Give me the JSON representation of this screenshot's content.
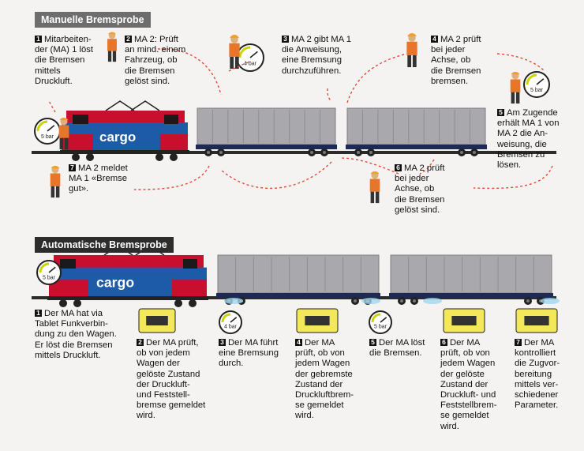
{
  "manual": {
    "header": "Manuelle Bremsprobe",
    "steps": [
      {
        "num": "1",
        "text": "Mitarbeiten-\nder (MA) 1 löst\ndie Bremsen\nmittels\nDruckluft."
      },
      {
        "num": "2",
        "text": "MA 2: Prüft\nan mind. einem\nFahrzeug, ob\ndie Bremsen\ngelöst sind."
      },
      {
        "num": "3",
        "text": "MA 2 gibt MA 1\ndie Anweisung,\neine Bremsung\ndurchzuführen."
      },
      {
        "num": "4",
        "text": "MA 2 prüft\nbei jeder\nAchse, ob\ndie Bremsen\nbremsen."
      },
      {
        "num": "5",
        "text": "Am Zugende\nerhält MA 1 von\nMA 2 die An-\nweisung, die\nBremsen zu\nlösen."
      },
      {
        "num": "6",
        "text": "MA 2 prüft\nbei jeder\nAchse, ob\ndie Bremsen\ngelöst sind."
      },
      {
        "num": "7",
        "text": "MA 2 meldet\nMA 1 «Bremse\ngut»."
      }
    ],
    "gauges": [
      "5 bar",
      "4 bar",
      "5 bar"
    ]
  },
  "automatic": {
    "header": "Automatische Bremsprobe",
    "steps": [
      {
        "num": "1",
        "text": "Der MA hat via\nTablet Funkverbin-\ndung zu den Wagen.\nEr löst die Bremsen\nmittels Druckluft."
      },
      {
        "num": "2",
        "text": "Der MA prüft,\nob von jedem\nWagen der\ngelöste Zustand\nder Druckluft-\nund Feststell-\nbremse gemeldet\nwird."
      },
      {
        "num": "3",
        "text": "Der MA führt\neine Bremsung\ndurch."
      },
      {
        "num": "4",
        "text": "Der MA\nprüft, ob von\njedem Wagen\nder gebremste\nZustand der\nDruckluftbrem-\nse gemeldet\nwird."
      },
      {
        "num": "5",
        "text": "Der MA löst\ndie Bremsen."
      },
      {
        "num": "6",
        "text": "Der MA\nprüft, ob von\njedem Wagen\nder gelöste\nZustand der\nDruckluft- und\nFeststellbrem-\nse gemeldet\nwird."
      },
      {
        "num": "7",
        "text": "Der MA\nkontrolliert\ndie Zugvor-\nbereitung\nmittels ver-\nschiedener\nParameter."
      }
    ],
    "gauges": [
      "5 bar",
      "4 bar",
      "5 bar"
    ]
  },
  "loco_label": "cargo",
  "colors": {
    "loco_red": "#c8102e",
    "loco_blue": "#1d5aa8",
    "tablet": "#f2e85a",
    "arrow": "#e24b3a",
    "wagon": "#a9a9ad",
    "frame": "#1c2a55"
  },
  "icons": [
    "worker-icon",
    "pressure-gauge-icon",
    "locomotive-icon",
    "freight-wagon-icon",
    "tablet-icon"
  ]
}
